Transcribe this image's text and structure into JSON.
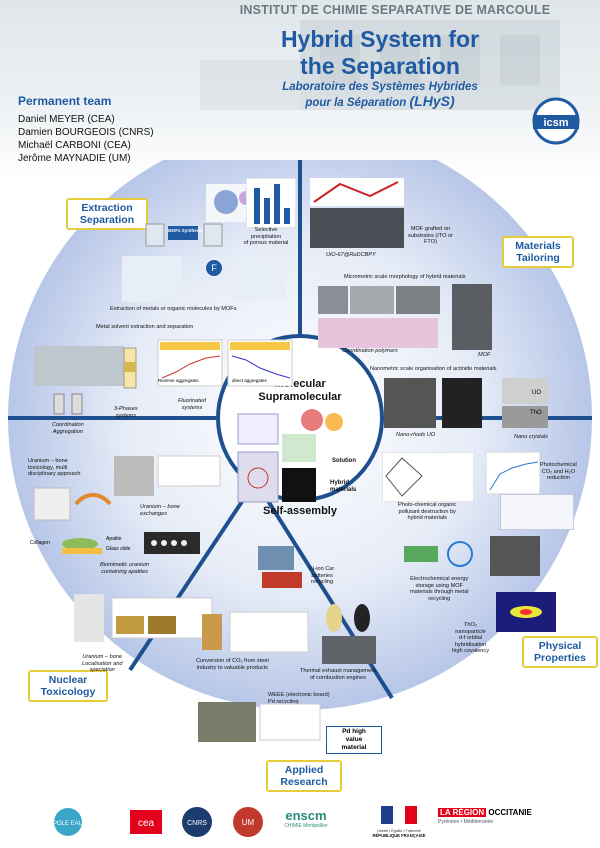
{
  "header": {
    "institute": "INSTITUT DE CHIMIE SEPARATIVE DE MARCOULE",
    "title_line1": "Hybrid System for",
    "title_line2": "the Separation",
    "subtitle_line1": "Laboratoire des Systèmes Hybrides",
    "subtitle_line2": "pour la Séparation",
    "subtitle_acronym": "(LHyS)",
    "logo_text": "icsm"
  },
  "team": {
    "title": "Permanent team",
    "members": [
      "Daniel MEYER (CEA)",
      "Damien BOURGEOIS (CNRS)",
      "Michaël CARBONI (CEA)",
      "Jerôme MAYNADIE (UM)"
    ]
  },
  "sections": {
    "extraction": {
      "line1": "Extraction",
      "line2": "Separation"
    },
    "materials": {
      "line1": "Materials",
      "line2": "Tailoring"
    },
    "physical": {
      "line1": "Physical",
      "line2": "Properties"
    },
    "applied": {
      "line1": "Applied",
      "line2": "Research"
    },
    "toxicology": {
      "line1": "Nuclear",
      "line2": "Toxicology"
    }
  },
  "center": {
    "top1": "Molecular",
    "top2": "Supramolecular",
    "solution": "Solution",
    "hybrid1": "Hybrid",
    "hybrid2": "materials",
    "bottom": "Self-assembly"
  },
  "captions": {
    "selective1": "Selective",
    "selective2": "precipitation",
    "selective3": "of porous material",
    "mof_synth": "MOFs Synthesis",
    "extraction_mofs": "Extraction of metals or organic molecules by MOFs",
    "metal_solvent": "Metal solvent extraction and separation",
    "reverse_agg": "Reverse aggregates",
    "direct_agg": "direct aggregates",
    "phases1": "3-Phases",
    "phases2": "systems",
    "fluor1": "Fluorinated",
    "fluor2": "systems",
    "coord_agg1": "Coordination",
    "coord_agg2": "Aggregation",
    "uio": "UiO-67@RuDCBPY",
    "mof_grafted1": "MOF grafted on",
    "mof_grafted2": "substrates (ITO or",
    "mof_grafted3": "FTO)",
    "micrometric": "Micrometric scale morphology of hybrid materials",
    "coord_polymers": "Coordination polymers",
    "mof": "MOF",
    "nanometric": "Nanometric scale organisation of actinide materials",
    "nanorods": "Nano-rhods UO",
    "nanocrystals": "Nano crystals",
    "uo2": "UO",
    "tho2": "ThO",
    "uranium_bone1": "Uranium – bone",
    "uranium_bone2": "toxicology, multi",
    "uranium_bone3": "disciplinary approach",
    "uranium_exch1": "Uranium – bone",
    "uranium_exch2": "exchanges",
    "collagen": "Collagen",
    "apatite": "Apatite",
    "glass_slide": "Glass slide",
    "biomimetic1": "Biomimetic uranium",
    "biomimetic2": "containing apatites",
    "localisation1": "Uranium – bone",
    "localisation2": "Localisation and",
    "localisation3": "speciation",
    "photochem_pollutant1": "Photo-chemical organic",
    "photochem_pollutant2": "pollutant destruction by",
    "photochem_pollutant3": "hybrid materials",
    "photochem_co21": "Photochemical",
    "photochem_co22": "CO₂ and H₂O",
    "photochem_co23": "reduction",
    "electrochem1": "Electrochemical energy",
    "electrochem2": "storage using MOF",
    "electrochem3": "materials through metal",
    "electrochem4": "recycling",
    "tho2_1": "ThO₂",
    "tho2_2": "nanoparticle",
    "tho2_3": "d-f orbital",
    "tho2_4": "hybridisation",
    "tho2_5": "high covalency",
    "liion1": "Li-ion Car",
    "liion2": "batteries",
    "liion3": "recycling",
    "co2_1": "Conversion of CO₂ from steel",
    "co2_2": "industry to valuable products",
    "thermal1": "Thermal exhaust management",
    "thermal2": "of combustion engines",
    "weee1": "WEEE (electronic board)",
    "weee2": "Pd recycling",
    "pd1": "Pd high",
    "pd2": "value",
    "pd3": "material"
  },
  "footer_logos": [
    "POLE EAU",
    "cea",
    "CNRS",
    "UM",
    "enscm",
    "RÉPUBLIQUE FRANÇAISE",
    "LA RÉGION OCCITANIE"
  ],
  "footer": {
    "enscm_sub": "CHIMIE Montpellier",
    "rf_motto": "Liberté • Égalité • Fraternité",
    "rf_name": "RÉPUBLIQUE FRANÇAISE",
    "region_line1": "LA RÉGION",
    "region_line2": "OCCITANIE",
    "region_line3": "Pyrénées • Méditerranée"
  },
  "colors": {
    "brand_blue": "#1f5aa3",
    "tag_border": "#e7cc39",
    "circle_line": "#1e4f8f"
  }
}
